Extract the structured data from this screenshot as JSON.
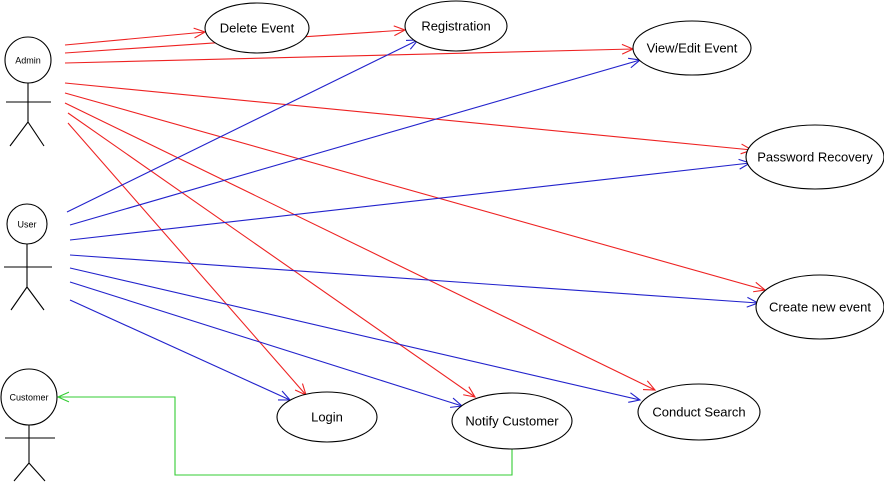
{
  "colors": {
    "admin_edge": "#ee2222",
    "user_edge": "#2222cc",
    "customer_edge": "#33cc33",
    "outline": "#000000",
    "background": "#ffffff"
  },
  "actors": {
    "admin": "Admin",
    "user": "User",
    "customer": "Customer"
  },
  "usecases": {
    "delete_event": "Delete Event",
    "registration": "Registration",
    "view_edit_event": "View/Edit Event",
    "password_recovery": "Password Recovery",
    "create_new_event": "Create new event",
    "login": "Login",
    "notify_customer": "Notify Customer",
    "conduct_search": "Conduct Search"
  },
  "associations": [
    {
      "from": "admin",
      "to": "delete_event",
      "kind": "admin"
    },
    {
      "from": "admin",
      "to": "registration",
      "kind": "admin"
    },
    {
      "from": "admin",
      "to": "view_edit_event",
      "kind": "admin"
    },
    {
      "from": "admin",
      "to": "password_recovery",
      "kind": "admin"
    },
    {
      "from": "admin",
      "to": "create_new_event",
      "kind": "admin"
    },
    {
      "from": "admin",
      "to": "conduct_search",
      "kind": "admin"
    },
    {
      "from": "admin",
      "to": "notify_customer",
      "kind": "admin"
    },
    {
      "from": "admin",
      "to": "login",
      "kind": "admin"
    },
    {
      "from": "user",
      "to": "registration",
      "kind": "user"
    },
    {
      "from": "user",
      "to": "view_edit_event",
      "kind": "user"
    },
    {
      "from": "user",
      "to": "password_recovery",
      "kind": "user"
    },
    {
      "from": "user",
      "to": "create_new_event",
      "kind": "user"
    },
    {
      "from": "user",
      "to": "conduct_search",
      "kind": "user"
    },
    {
      "from": "user",
      "to": "notify_customer",
      "kind": "user"
    },
    {
      "from": "user",
      "to": "login",
      "kind": "user"
    },
    {
      "from": "notify_customer",
      "to": "customer",
      "kind": "customer"
    }
  ]
}
